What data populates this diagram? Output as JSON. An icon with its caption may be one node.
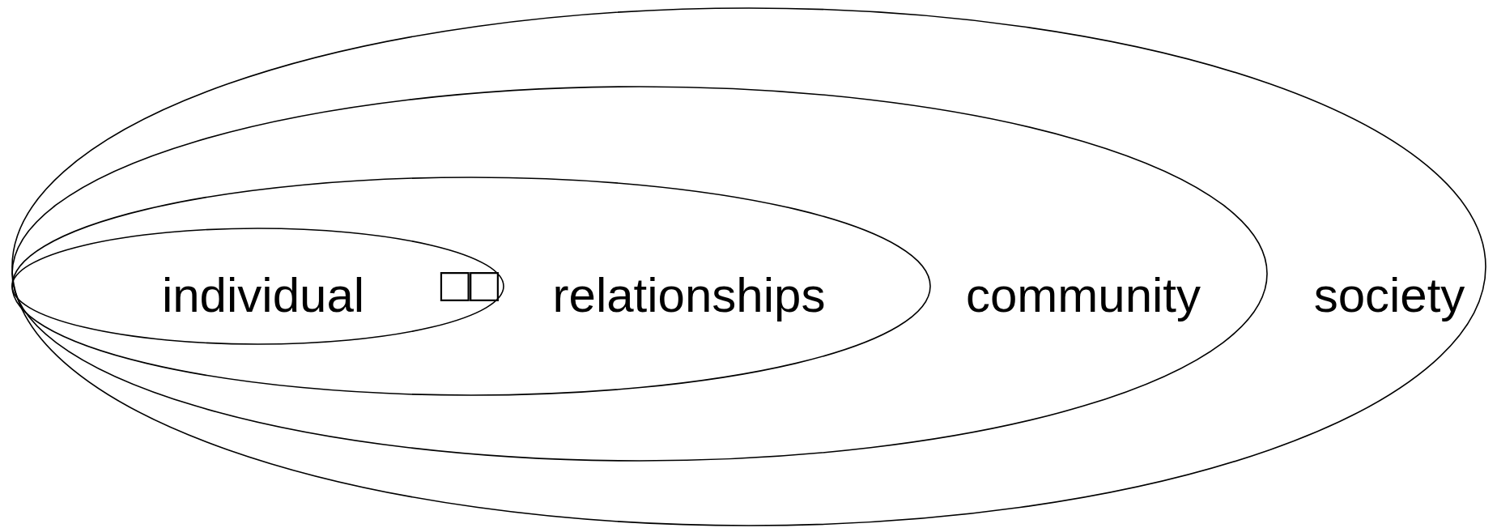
{
  "diagram": {
    "nodes": [
      {
        "text": [
          "society"
        ]
      },
      {
        "text": [
          "community"
        ],
        "in": 0
      },
      {
        "text": [
          "relationships"
        ],
        "in": 1
      },
      {
        "text": [
          "individual"
        ],
        "in": 2
      }
    ],
    "labels": [
      "□□"
    ]
  }
}
